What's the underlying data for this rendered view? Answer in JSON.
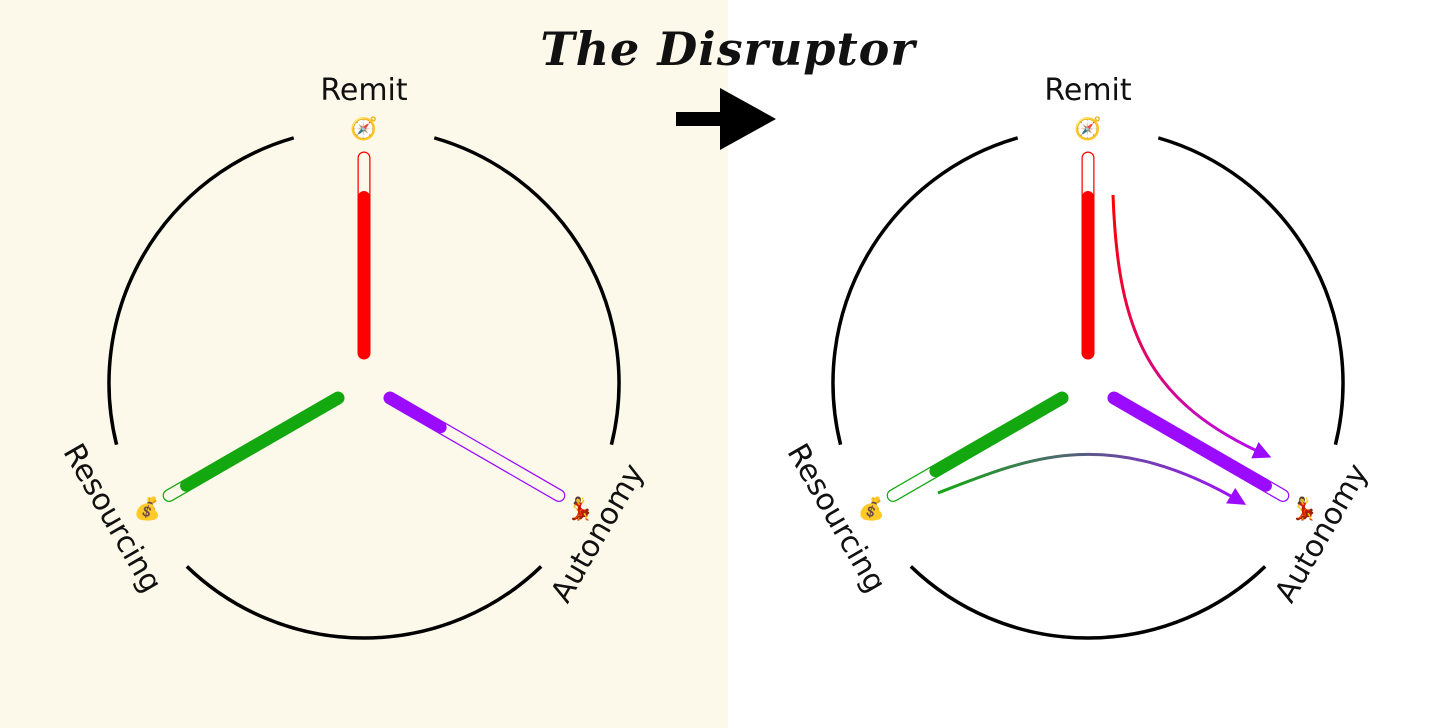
{
  "title": "The Disruptor",
  "colors": {
    "left_background": "#fdf9ea",
    "right_background": "#ffffff",
    "remit": "#ff0000",
    "resourcing": "#13a80f",
    "autonomy": "#9b0bff",
    "ring": "#000000"
  },
  "axes": {
    "remit": {
      "label": "Remit",
      "icon": "compass-icon"
    },
    "resourcing": {
      "label": "Resourcing",
      "icon": "money-bag-icon"
    },
    "autonomy": {
      "label": "Autonomy",
      "icon": "dancer-icon"
    }
  },
  "panels": [
    {
      "name": "before",
      "levels": {
        "remit": 0.8,
        "resourcing": 0.9,
        "autonomy": 0.3
      },
      "shift_arrows": []
    },
    {
      "name": "after",
      "levels": {
        "remit": 0.8,
        "resourcing": 0.75,
        "autonomy": 0.9
      },
      "shift_arrows": [
        {
          "from": "remit",
          "to": "autonomy"
        },
        {
          "from": "resourcing",
          "to": "autonomy"
        }
      ]
    }
  ],
  "transition_arrow": "right-arrow-icon"
}
